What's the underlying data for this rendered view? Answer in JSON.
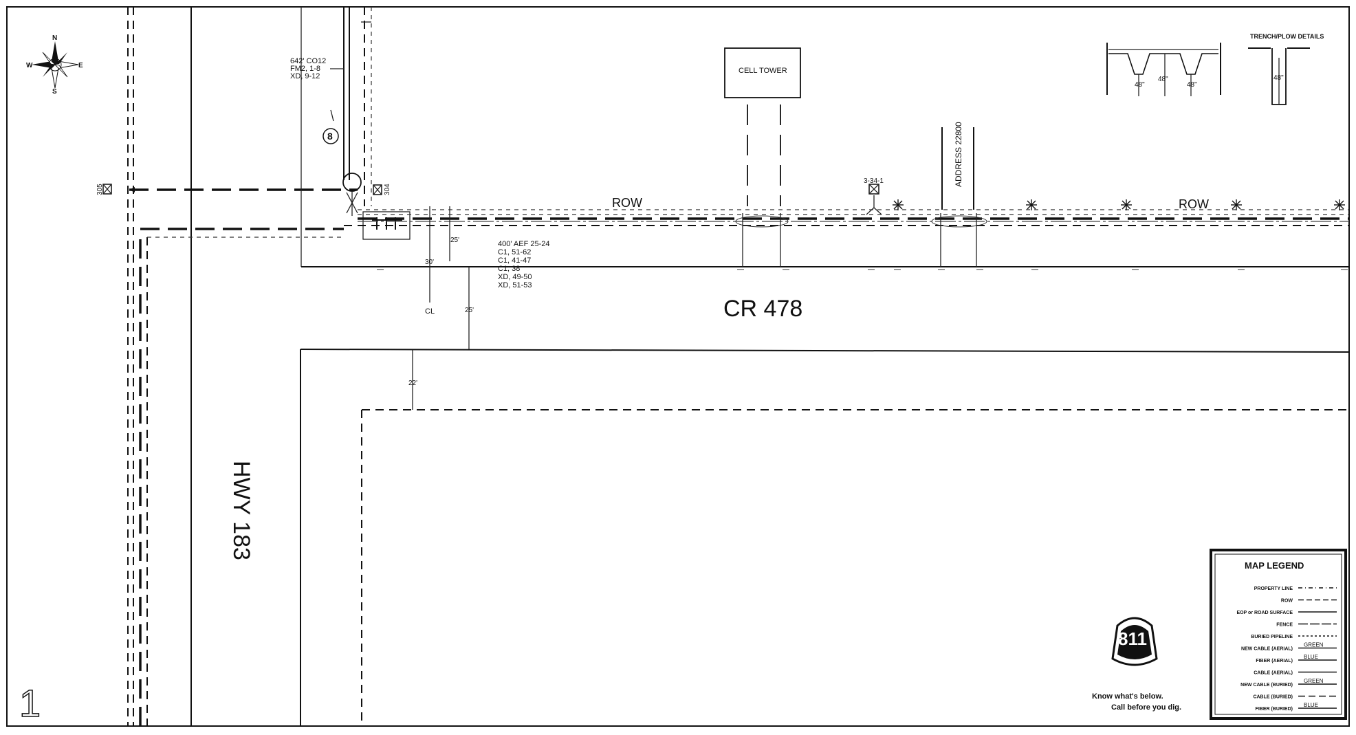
{
  "sheet_number": "1",
  "roads": {
    "highway": "HWY 183",
    "county_road": "CR 478"
  },
  "labels": {
    "row_left": "ROW",
    "row_right": "ROW",
    "cell_tower": "CELL TOWER",
    "address": "ADDRESS 22800",
    "centerline": "CL",
    "circle_marker": "8",
    "pole_top": "3-34-1",
    "pole_left": "305",
    "pole_mid": "304"
  },
  "notes": {
    "top_line1": "642' CO12",
    "top_line2": "FM2, 1-8",
    "top_line3": "XD, 9-12",
    "span_line1": "400' AEF 25-24",
    "span_line2": "C1, 51-62",
    "span_line3": "C1, 41-47",
    "span_line4": "C1, 38",
    "span_line5": "XD, 49-50",
    "span_line6": "XD, 51-53"
  },
  "dimensions": {
    "d1": "25'",
    "d2": "30'",
    "d3": "25'",
    "d4": "22'"
  },
  "compass": {
    "n": "N",
    "s": "S",
    "e": "E",
    "w": "W"
  },
  "trench": {
    "title": "TRENCH/PLOW DETAILS",
    "depth1": "48\"",
    "depth2": "48\"",
    "depth3": "48\"",
    "depth4": "48\""
  },
  "legend": {
    "title": "MAP LEGEND",
    "items": [
      {
        "label": "PROPERTY LINE",
        "sample": ""
      },
      {
        "label": "ROW",
        "sample": ""
      },
      {
        "label": "EOP or ROAD SURFACE",
        "sample": ""
      },
      {
        "label": "FENCE",
        "sample": ""
      },
      {
        "label": "BURIED PIPELINE",
        "sample": ""
      },
      {
        "label": "NEW CABLE (AERIAL)",
        "sample": "GREEN"
      },
      {
        "label": "FIBER (AERIAL)",
        "sample": "BLUE"
      },
      {
        "label": "CABLE (AERIAL)",
        "sample": ""
      },
      {
        "label": "NEW CABLE (BURIED)",
        "sample": "GREEN"
      },
      {
        "label": "CABLE (BURIED)",
        "sample": ""
      },
      {
        "label": "FIBER (BURIED)",
        "sample": "BLUE"
      }
    ]
  },
  "badge": {
    "number": "811",
    "line1": "Know what's below.",
    "line2": "Call before you dig."
  }
}
